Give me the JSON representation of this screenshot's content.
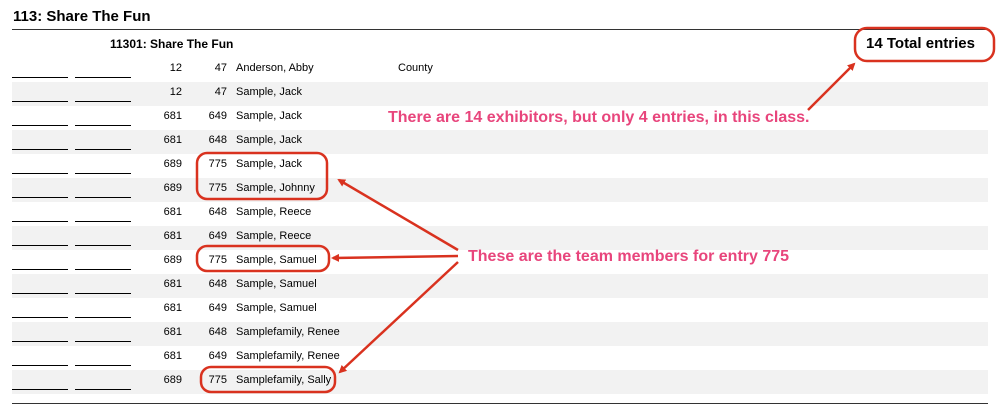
{
  "section_title": "113: Share The Fun",
  "class_title": "11301: Share The Fun",
  "total_entries": "14  Total entries",
  "column_label_county": "County",
  "rows": [
    {
      "a": "12",
      "b": "47",
      "name": "Anderson, Abby"
    },
    {
      "a": "12",
      "b": "47",
      "name": "Sample, Jack"
    },
    {
      "a": "681",
      "b": "649",
      "name": "Sample, Jack"
    },
    {
      "a": "681",
      "b": "648",
      "name": "Sample, Jack"
    },
    {
      "a": "689",
      "b": "775",
      "name": "Sample, Jack"
    },
    {
      "a": "689",
      "b": "775",
      "name": "Sample, Johnny"
    },
    {
      "a": "681",
      "b": "648",
      "name": "Sample, Reece"
    },
    {
      "a": "681",
      "b": "649",
      "name": "Sample, Reece"
    },
    {
      "a": "689",
      "b": "775",
      "name": "Sample, Samuel"
    },
    {
      "a": "681",
      "b": "648",
      "name": "Sample, Samuel"
    },
    {
      "a": "681",
      "b": "649",
      "name": "Sample, Samuel"
    },
    {
      "a": "681",
      "b": "648",
      "name": "Samplefamily, Renee"
    },
    {
      "a": "681",
      "b": "649",
      "name": "Samplefamily, Renee"
    },
    {
      "a": "689",
      "b": "775",
      "name": "Samplefamily, Sally"
    }
  ],
  "annotations": {
    "note_exhibitors": "There are 14 exhibitors, but only 4 entries, in this class.",
    "note_team": "These are the team members for entry 775",
    "accent_color": "#d9321f",
    "note_color": "#e8457c"
  }
}
